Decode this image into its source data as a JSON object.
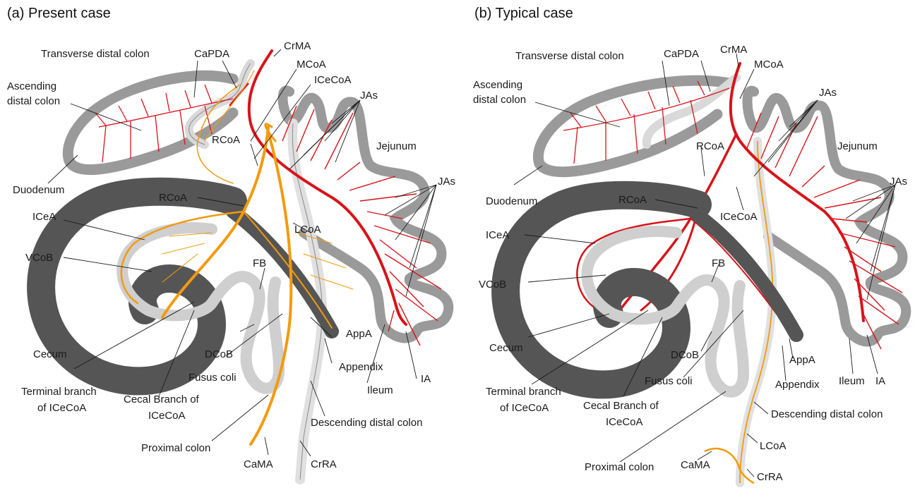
{
  "panels": [
    {
      "id": "a",
      "title": "(a) Present case",
      "labels": {
        "crma": "CrMA",
        "capda": "CaPDA",
        "transverse_distal_colon": "Transverse distal colon",
        "mcoa": "MCoA",
        "icecoa": "ICeCoA",
        "ascending_distal_colon_1": "Ascending",
        "ascending_distal_colon_2": "distal colon",
        "jas_upper": "JAs",
        "jejunum": "Jejunum",
        "rcoa_upper": "RCoA",
        "jas_right": "JAs",
        "duodenum": "Duodenum",
        "rcoa_lower": "RCoA",
        "iceа": "ICeA",
        "lcoa": "LCoA",
        "vcob": "VCoB",
        "fb": "FB",
        "appa": "AppA",
        "cecum": "Cecum",
        "dcob": "DCoB",
        "fusus_coli": "Fusus coli",
        "appendix": "Appendix",
        "ia": "IA",
        "terminal_branch_1": "Terminal branch",
        "terminal_branch_2": "of ICeCoA",
        "cecal_branch_1": "Cecal Branch of",
        "cecal_branch_2": "ICeCoA",
        "ileum": "Ileum",
        "descending_distal_colon": "Descending distal colon",
        "proximal_colon": "Proximal colon",
        "cama": "CaMA",
        "crra": "CrRA"
      }
    },
    {
      "id": "b",
      "title": "(b) Typical case",
      "labels": {
        "transverse_distal_colon": "Transverse distal colon",
        "capda": "CaPDA",
        "crma": "CrMA",
        "mcoa": "MCoA",
        "ascending_distal_colon_1": "Ascending",
        "ascending_distal_colon_2": "distal colon",
        "jas_upper": "JAs",
        "jejunum": "Jejunum",
        "rcoa_upper": "RCoA",
        "duodenum": "Duodenum",
        "jas_right": "JAs",
        "rcoa_lower": "RCoA",
        "icecoa": "ICeCoA",
        "icea": "ICeA",
        "fb": "FB",
        "vcob": "VCoB",
        "cecum": "Cecum",
        "dcob": "DCoB",
        "appa": "AppA",
        "terminal_branch_1": "Terminal branch",
        "terminal_branch_2": "of ICeCoA",
        "fusus_coli": "Fusus coli",
        "appendix": "Appendix",
        "ileum": "Ileum",
        "ia": "IA",
        "cecal_branch_1": "Cecal Branch of",
        "cecal_branch_2": "ICeCoA",
        "descending_distal_colon": "Descending distal colon",
        "lcoa": "LCoA",
        "cama": "CaMA",
        "crra": "CrRA",
        "proximal_colon": "Proximal colon"
      }
    }
  ],
  "colors": {
    "artery_red": "#d7141a",
    "artery_orange": "#f29a0f",
    "intestine_gray": "#9a9a9a",
    "intestine_outline": "#6e6e6e",
    "cecum_dark": "#555555",
    "colon_light": "#d9d9d9",
    "label_text": "#1a1a1a"
  }
}
